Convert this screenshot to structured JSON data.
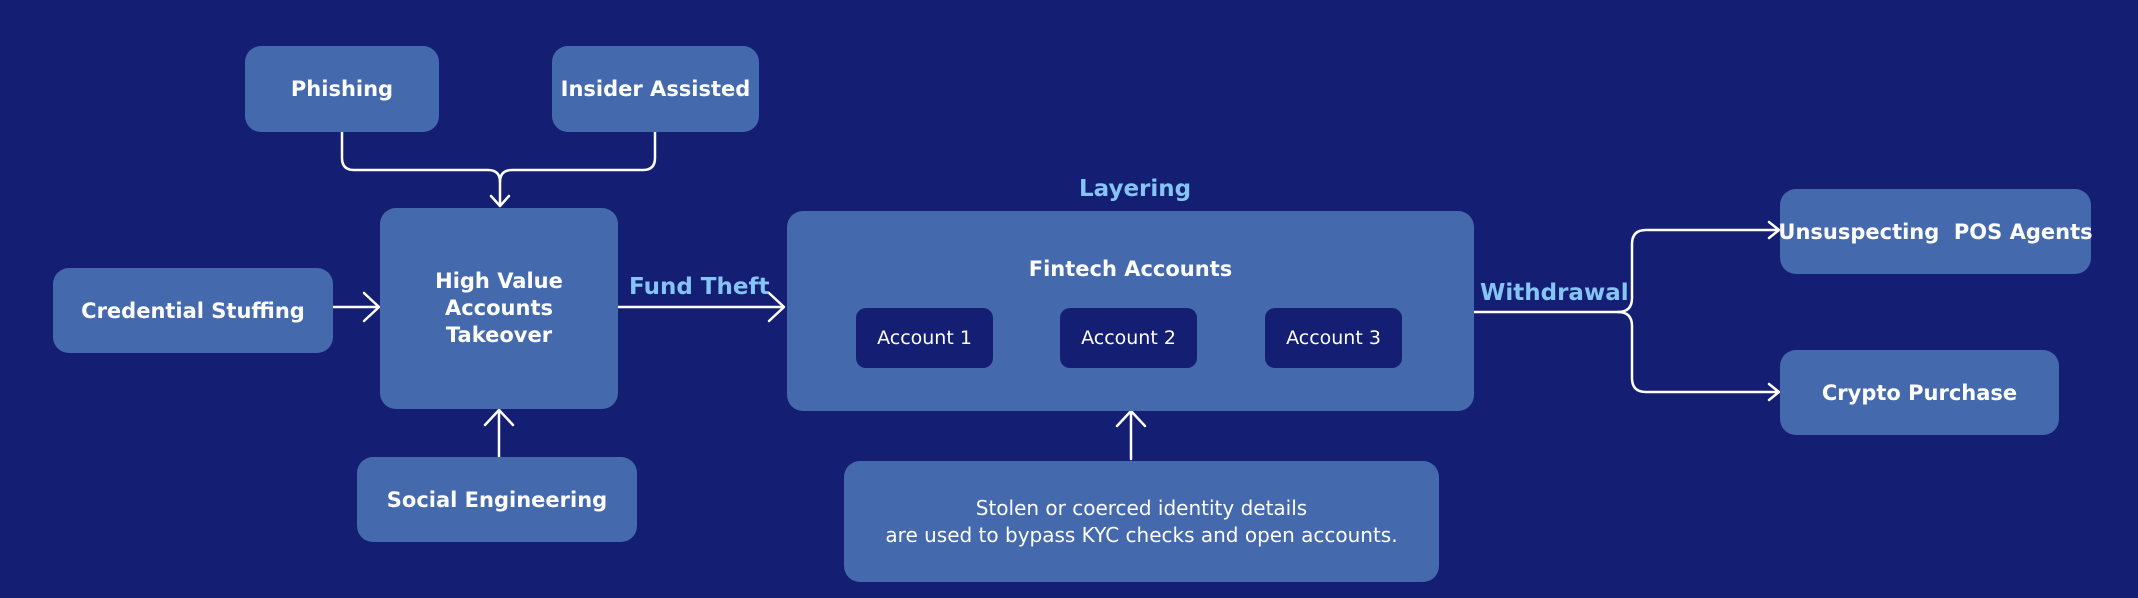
{
  "nodes": {
    "phishing": "Phishing",
    "insider_assisted": "Insider Assisted",
    "credential_stuffing": "Credential Stuffing",
    "takeover": [
      "High Value",
      "Accounts",
      "Takeover"
    ],
    "social_engineering": "Social Engineering",
    "fintech_accounts": "Fintech Accounts",
    "account_1": "Account 1",
    "account_2": "Account 2",
    "account_3": "Account 3",
    "kyc_note": [
      "Stolen or coerced identity details",
      "are used to bypass KYC checks and open accounts."
    ],
    "pos_agents": "Unsuspecting  POS Agents",
    "crypto_purchase": "Crypto Purchase"
  },
  "edge_labels": {
    "fund_theft": "Fund Theft",
    "layering": "Layering",
    "withdrawal": "Withdrawal"
  }
}
